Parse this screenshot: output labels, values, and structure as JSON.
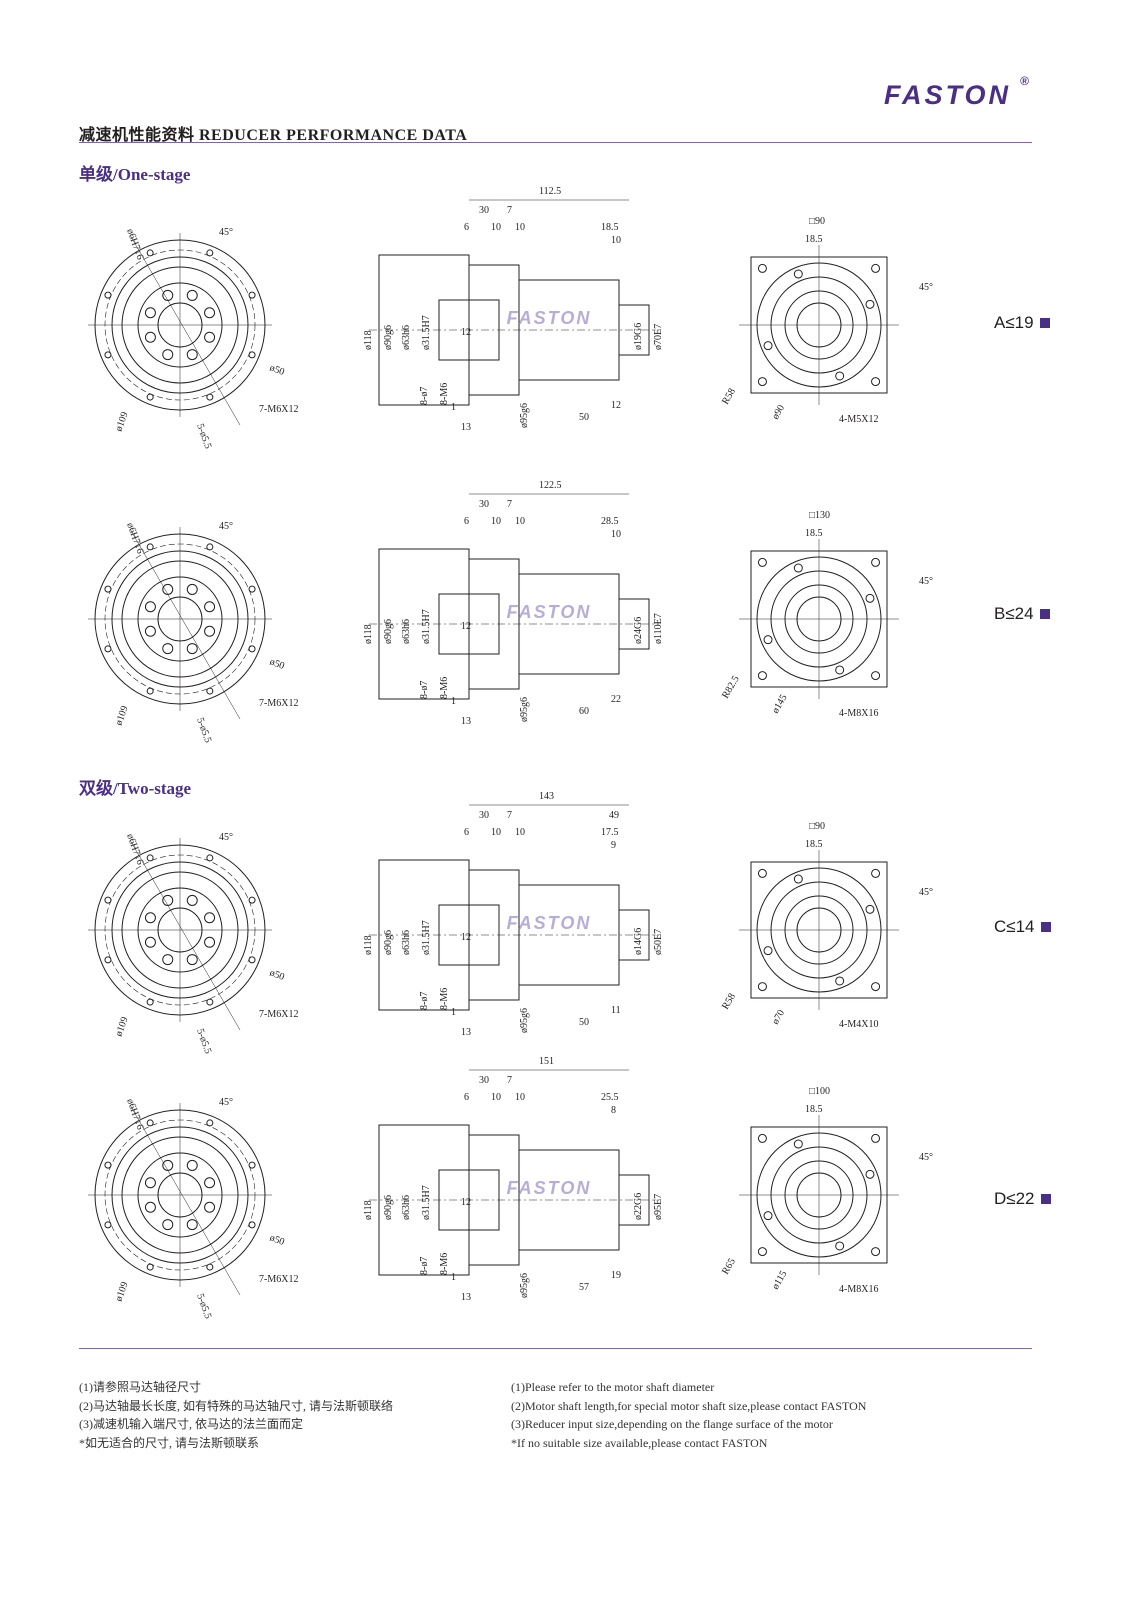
{
  "brand": {
    "name": "FASTON",
    "reg": "®"
  },
  "header": {
    "title": "减速机性能资料 REDUCER PERFORMANCE DATA"
  },
  "sections": {
    "one_stage": "单级/One-stage",
    "two_stage": "双级/Two-stage"
  },
  "models": [
    {
      "code": "A≤19"
    },
    {
      "code": "B≤24"
    },
    {
      "code": "C≤14"
    },
    {
      "code": "D≤22"
    }
  ],
  "drawings": [
    {
      "front": {
        "pcd": "ø109",
        "hole_circle": "ø50",
        "pilot": "ø6H7↓6",
        "bolt": "7-M6X12",
        "angle": "45°",
        "screws": "5-ø5.5"
      },
      "side": {
        "length": "112.5",
        "d30": "30",
        "d7": "7",
        "d6": "6",
        "d10a": "10",
        "d10b": "10",
        "out_len": "18.5",
        "out_len2": "10",
        "d118": "ø118",
        "d90": "ø90g6",
        "d63": "ø63h6",
        "d31": "ø31.5H7",
        "d12": "12",
        "d8": "8-ø7",
        "m6": "8-M6",
        "d1": "1",
        "d13": "13",
        "d95": "ø95g6",
        "shaft": "ø19G6",
        "shaft2": "ø70E7",
        "d50": "50",
        "d12b": "12"
      },
      "end": {
        "square": "□90",
        "key": "18.5",
        "angle": "45°",
        "radius": "R58",
        "pcd": "ø90",
        "bolt": "4-M5X12"
      }
    },
    {
      "front": {
        "pcd": "ø109",
        "hole_circle": "ø50",
        "pilot": "ø6H7↓6",
        "bolt": "7-M6X12",
        "angle": "45°",
        "screws": "5-ø5.5"
      },
      "side": {
        "length": "122.5",
        "d30": "30",
        "d7": "7",
        "d6": "6",
        "d10a": "10",
        "d10b": "10",
        "out_len": "28.5",
        "out_len2": "10",
        "d118": "ø118",
        "d90": "ø90g6",
        "d63": "ø63h6",
        "d31": "ø31.5H7",
        "d12": "12",
        "d8": "8-ø7",
        "m6": "8-M6",
        "d1": "1",
        "d13": "13",
        "d95": "ø95g6",
        "shaft": "ø24G6",
        "shaft2": "ø110E7",
        "d50": "60",
        "d12b": "22"
      },
      "end": {
        "square": "□130",
        "key": "18.5",
        "angle": "45°",
        "radius": "R82.5",
        "pcd": "ø145",
        "bolt": "4-M8X16"
      }
    },
    {
      "front": {
        "pcd": "ø109",
        "hole_circle": "ø50",
        "pilot": "ø6H7↓6",
        "bolt": "7-M6X12",
        "angle": "45°",
        "screws": "5-ø5.5"
      },
      "side": {
        "length": "143",
        "d30": "30",
        "d7": "7",
        "d6": "6",
        "d10a": "10",
        "d10b": "10",
        "out_len": "17.5",
        "out_len2": "9",
        "top49": "49",
        "d118": "ø118",
        "d90": "ø90g6",
        "d63": "ø63h6",
        "d31": "ø31.5H7",
        "d12": "12",
        "d8": "8-ø7",
        "m6": "8-M6",
        "d1": "1",
        "d13": "13",
        "d95": "ø95g6",
        "shaft": "ø14G6",
        "shaft2": "ø50E7",
        "d50": "50",
        "d12b": "11"
      },
      "end": {
        "square": "□90",
        "key": "18.5",
        "angle": "45°",
        "radius": "R58",
        "pcd": "ø70",
        "bolt": "4-M4X10"
      }
    },
    {
      "front": {
        "pcd": "ø109",
        "hole_circle": "ø50",
        "pilot": "ø6H7↓6",
        "bolt": "7-M6X12",
        "angle": "45°",
        "screws": "5-ø5.5"
      },
      "side": {
        "length": "151",
        "d30": "30",
        "d7": "7",
        "d6": "6",
        "d10a": "10",
        "d10b": "10",
        "out_len": "25.5",
        "out_len2": "8",
        "d118": "ø118",
        "d90": "ø90g6",
        "d63": "ø63h6",
        "d31": "ø31.5H7",
        "d12": "12",
        "d8": "8-ø7",
        "m6": "8-M6",
        "d1": "1",
        "d13": "13",
        "d95": "ø95g6",
        "shaft": "ø22G6",
        "shaft2": "ø95E7",
        "d50": "57",
        "d12b": "19"
      },
      "end": {
        "square": "□100",
        "key": "18.5",
        "angle": "45°",
        "radius": "R65",
        "pcd": "ø115",
        "bolt": "4-M8X16"
      }
    }
  ],
  "notes_cn": [
    "(1)请参照马达轴径尺寸",
    "(2)马达轴最长长度, 如有特殊的马达轴尺寸, 请与法斯顿联络",
    "(3)减速机输入端尺寸, 依马达的法兰面而定",
    "*如无适合的尺寸, 请与法斯顿联系"
  ],
  "notes_en": [
    "(1)Please refer to the motor shaft diameter",
    "(2)Motor shaft length,for special motor shaft size,please contact FASTON",
    "(3)Reducer input size,depending on the flange surface of the motor",
    "*If no suitable size available,please contact FASTON"
  ],
  "colors": {
    "brand": "#4a2f86",
    "rule": "#7a68b0",
    "line": "#231f20"
  }
}
